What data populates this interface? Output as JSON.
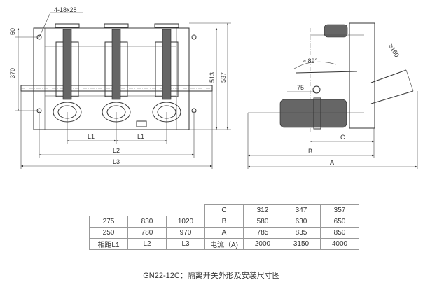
{
  "front_view": {
    "hole_label": "4-18x28",
    "dim_50": "50",
    "dim_370": "370",
    "dim_513": "513",
    "dim_537": "537",
    "dim_L1_left": "L1",
    "dim_L1_right": "L1",
    "dim_L2": "L2",
    "dim_L3": "L3"
  },
  "side_view": {
    "angle": "≈ 89°",
    "dim_150": "≥150",
    "dim_75": "75",
    "dim_C": "C",
    "dim_B": "B",
    "dim_A": "A"
  },
  "table": {
    "rows": [
      [
        "",
        "",
        "",
        "C",
        "312",
        "347",
        "357"
      ],
      [
        "275",
        "830",
        "1020",
        "B",
        "580",
        "630",
        "650"
      ],
      [
        "250",
        "780",
        "970",
        "A",
        "785",
        "835",
        "850"
      ],
      [
        "相距L1",
        "L2",
        "L3",
        "电流（A)",
        "2000",
        "3150",
        "4000"
      ]
    ]
  },
  "caption": "GN22-12C：隔离开关外形及安装尺寸图"
}
